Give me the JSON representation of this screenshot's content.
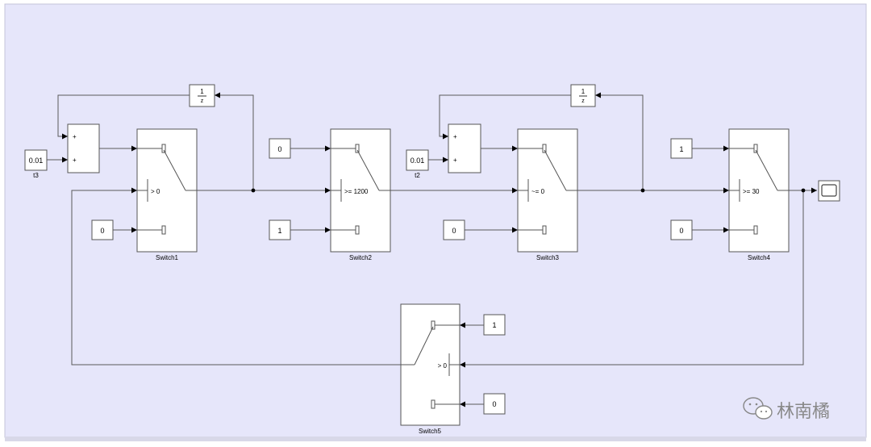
{
  "constants": {
    "c_t3": "0.01",
    "c_t2": "0.01",
    "c_s2_top": "0",
    "c_s2_bot": "1",
    "c_s1_bot": "0",
    "c_s3_bot": "0",
    "c_s4_top": "1",
    "c_s4_bot": "0",
    "c_s5_top": "1",
    "c_s5_bot": "0"
  },
  "constant_labels": {
    "t3": "t3",
    "t2": "t2"
  },
  "unit_delay": {
    "numerator": "1",
    "denominator": "z"
  },
  "switches": {
    "s1_name": "Switch1",
    "s1_cond": "> 0",
    "s2_name": "Switch2",
    "s2_cond": ">= 1200",
    "s3_name": "Switch3",
    "s3_cond": "~= 0",
    "s4_name": "Switch4",
    "s4_cond": ">= 30",
    "s5_name": "Switch5",
    "s5_cond": "> 0"
  },
  "sum_block": {
    "sign_top": "+",
    "sign_bottom": "+"
  },
  "watermark": {
    "text": "林南橘"
  }
}
